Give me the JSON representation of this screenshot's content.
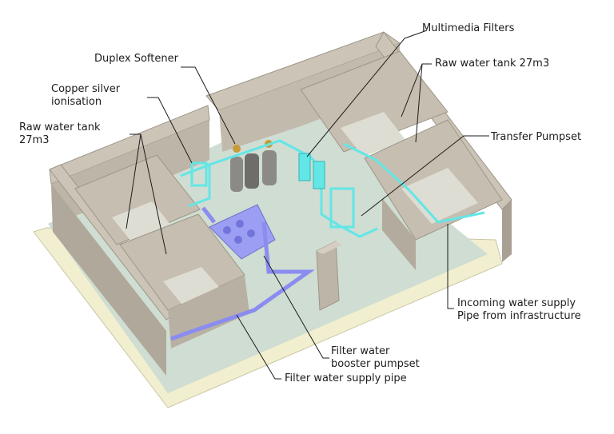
{
  "labels": {
    "multimedia_filters": "Multimedia Filters",
    "duplex_softener": "Duplex Softener",
    "raw_water_tank_right": "Raw water tank 27m3",
    "copper_silver_1": "Copper silver",
    "copper_silver_2": "ionisation",
    "raw_water_tank_left_1": "Raw water tank",
    "raw_water_tank_left_2": "27m3",
    "transfer_pumpset": "Transfer Pumpset",
    "incoming_supply_1": "Incoming water supply",
    "incoming_supply_2": "Pipe from infrastructure",
    "booster_1": "Filter water",
    "booster_2": "booster pumpset",
    "supply_pipe": "Filter water supply pipe"
  },
  "colors": {
    "wall_top": "#ccc4b6",
    "wall_side": "#b5ad9f",
    "floor": "#cfddd2",
    "base": "#f1efcf",
    "pipe_cyan": "#62e6e6",
    "pipe_blue": "#8a8cf0",
    "tank_floor": "#ddddd3"
  }
}
